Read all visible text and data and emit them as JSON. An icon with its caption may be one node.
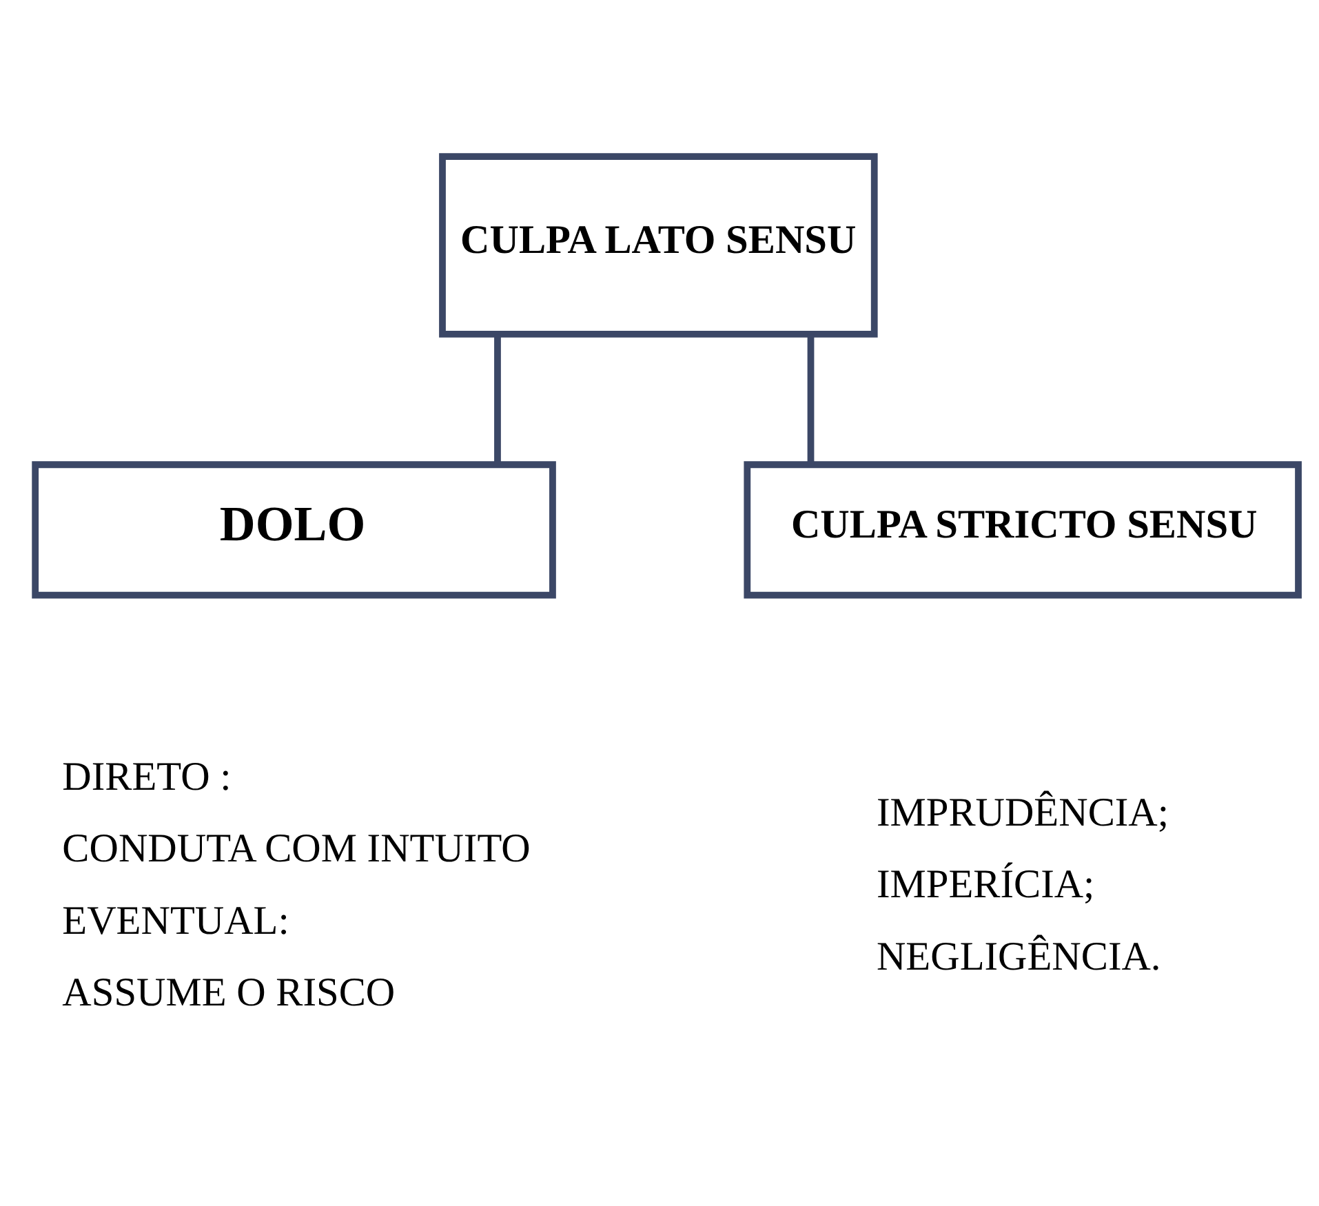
{
  "diagram": {
    "nodes": [
      {
        "text": [
          "CULPA LATO SENSU"
        ]
      },
      {
        "text": [
          "DOLO"
        ],
        "beside": [
          "DIRETO :",
          "CONDUTA COM INTUITO",
          "EVENTUAL:",
          "ASSUME O RISCO"
        ]
      },
      {
        "text": [
          "CULPA STRICTO SENSU"
        ],
        "beside": [
          "IMPRUDÊNCIA;",
          "IMPERÍCIA;",
          "NEGLIGÊNCIA."
        ]
      }
    ],
    "edges": [
      {
        "from": 0,
        "to": 1,
        "arrow": "none"
      },
      {
        "from": 0,
        "to": 2,
        "arrow": "none"
      }
    ]
  }
}
